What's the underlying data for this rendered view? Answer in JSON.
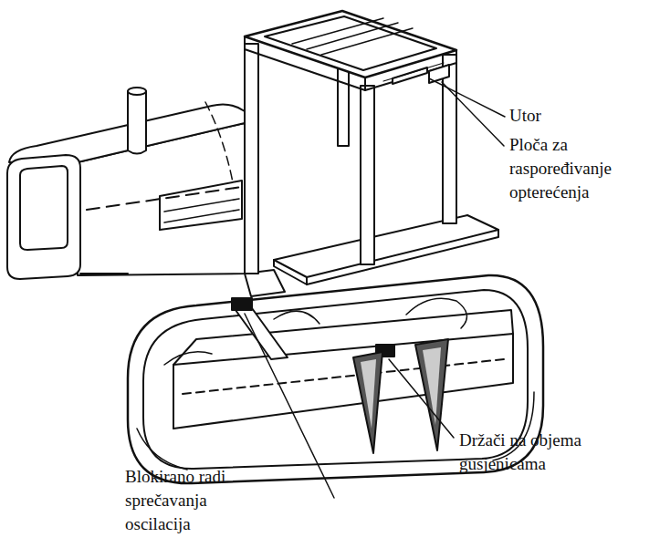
{
  "diagram": {
    "labels": [
      "Utor",
      "Ploča za raspoređivanje opterećenja",
      "Držači na objema gusjenicama",
      "Blokirano radi sprečavanja oscilacija"
    ]
  }
}
